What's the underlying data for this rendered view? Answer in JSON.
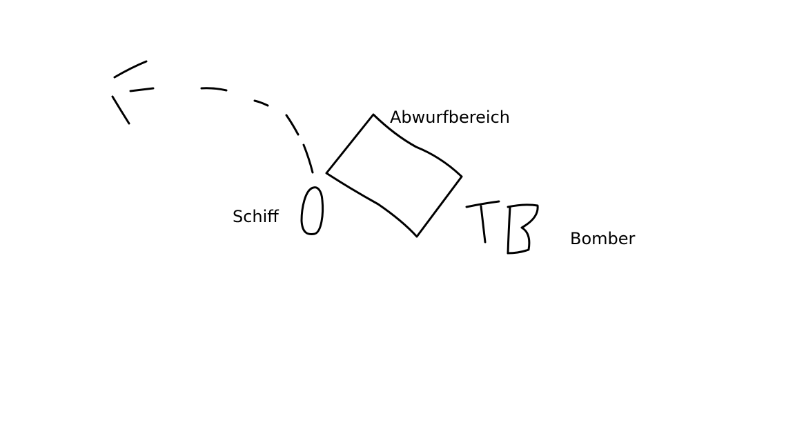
{
  "labels": {
    "drop_area": "Abwurfbereich",
    "ship": "Schiff",
    "bomber": "Bomber"
  },
  "sketch": {
    "bomber_glyph": "TB",
    "ship_glyph": "0"
  },
  "colors": {
    "background": "#ffffff",
    "ink": "#000000"
  }
}
